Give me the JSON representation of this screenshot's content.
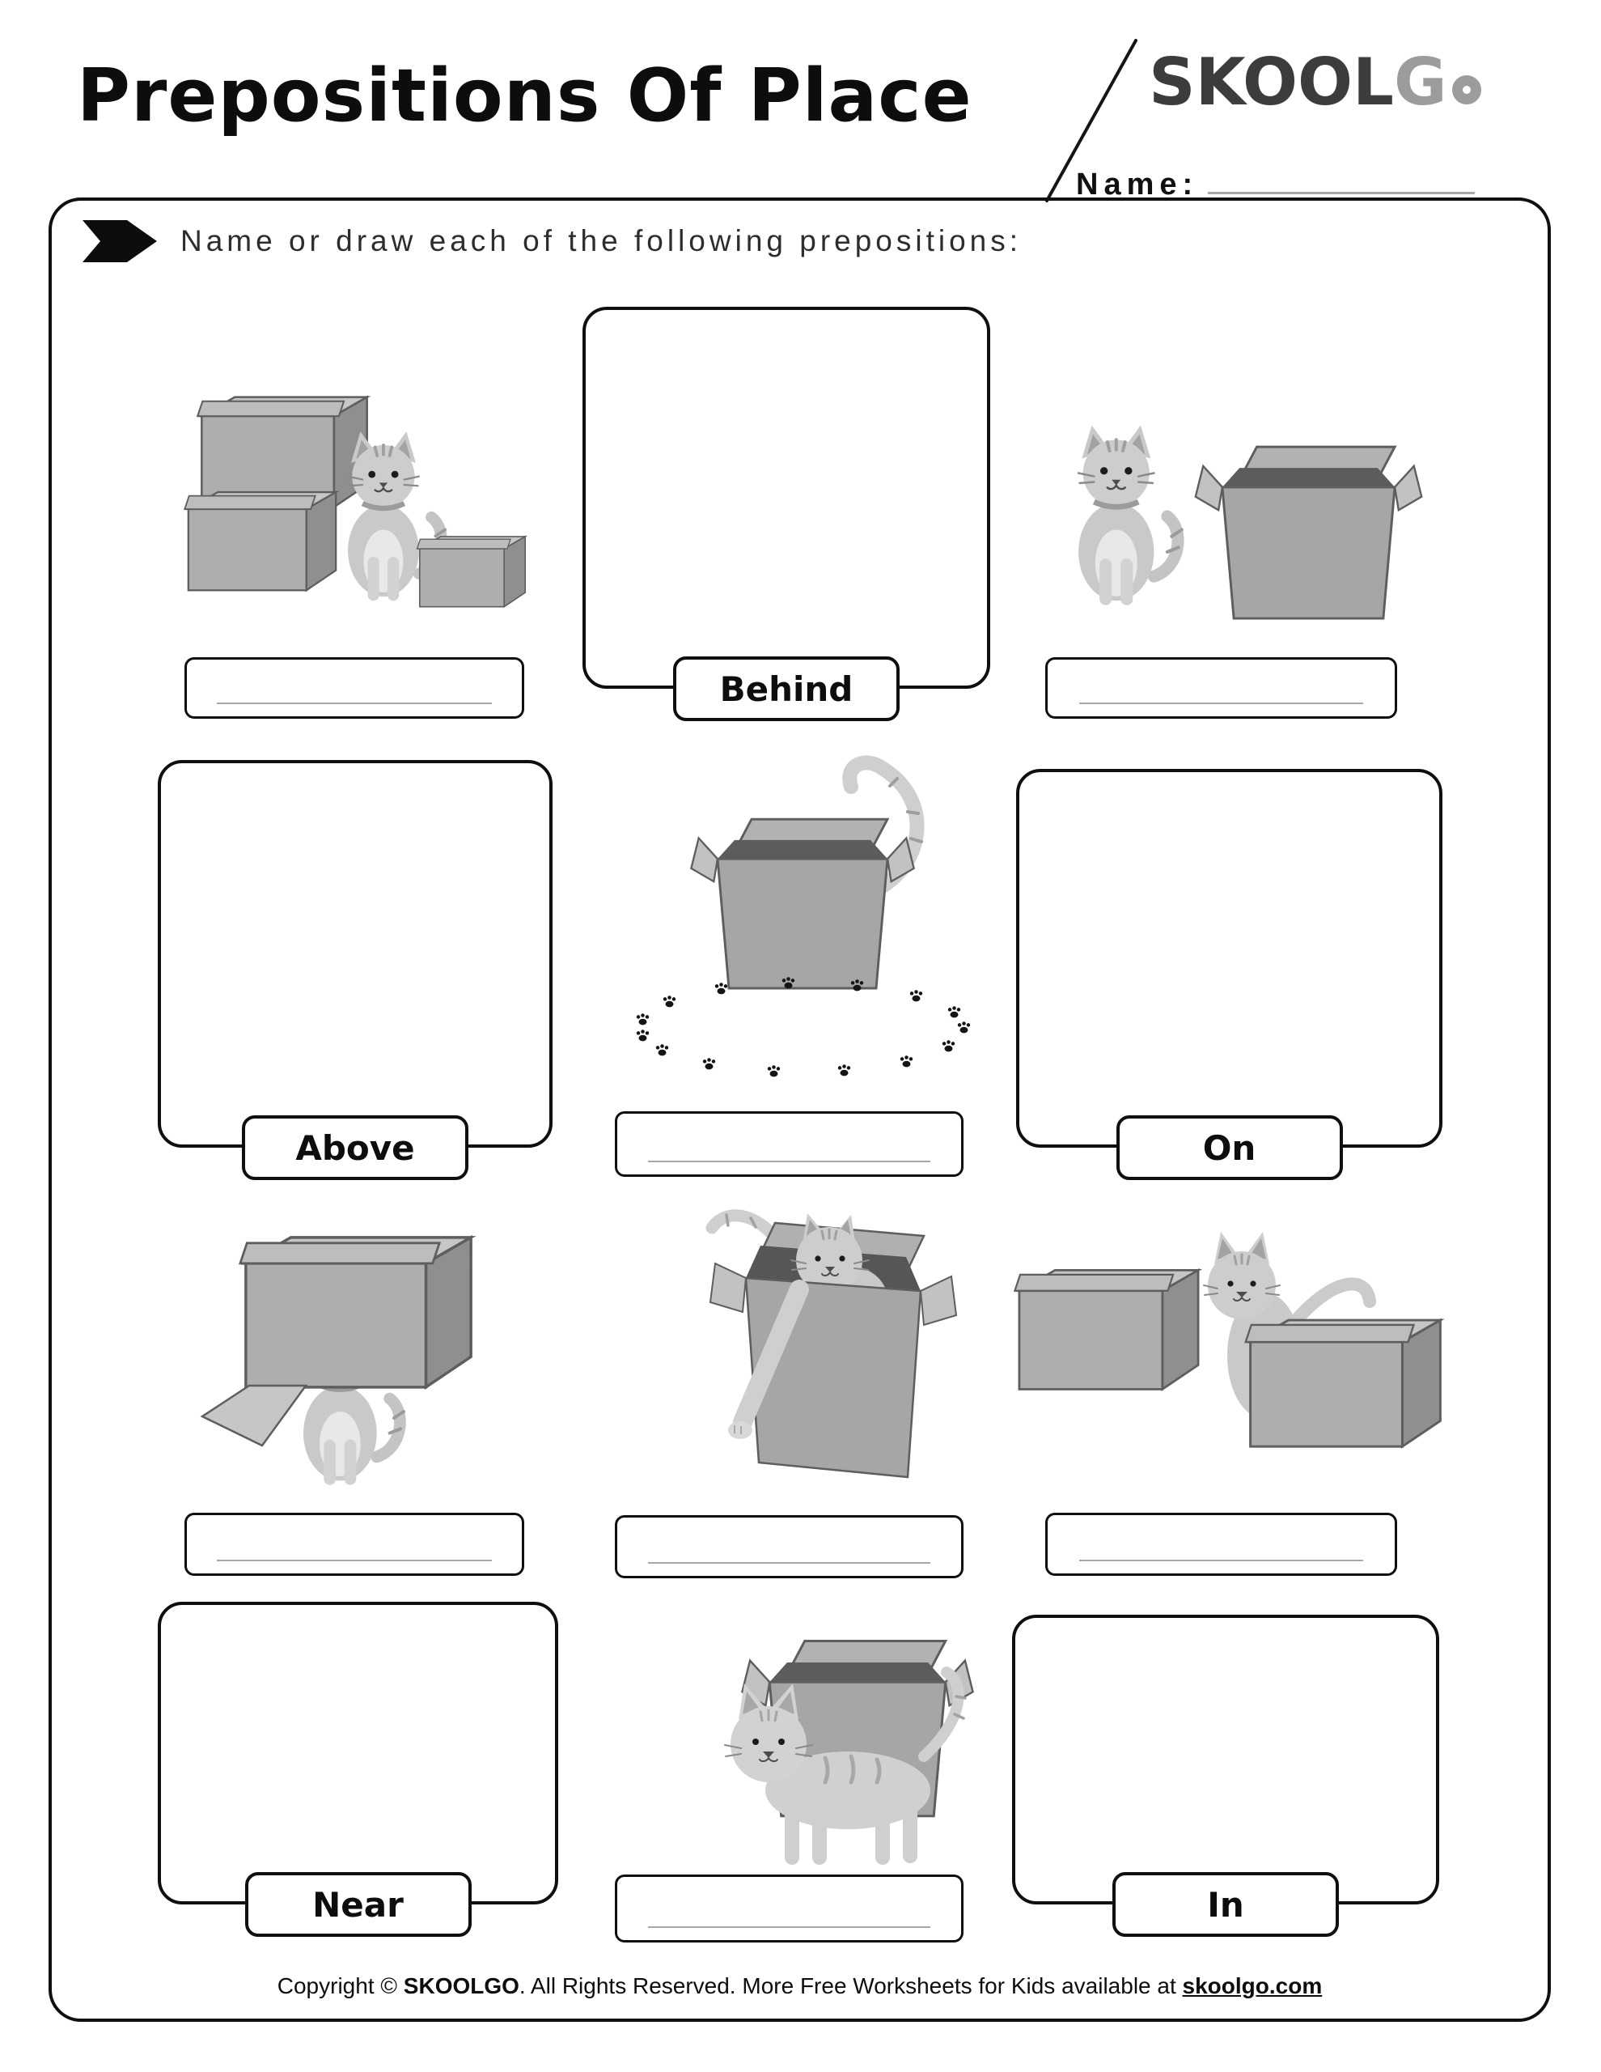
{
  "header": {
    "title": "Prepositions Of Place",
    "logo": {
      "skool": "SKOOL",
      "g": "G"
    },
    "name_label": "Name:"
  },
  "instruction": "Name or draw each of the following prepositions:",
  "labels": {
    "behind": "Behind",
    "above": "Above",
    "on": "On",
    "near": "Near",
    "in": "In"
  },
  "answers": {
    "blank_value": ""
  },
  "colors": {
    "ink": "#0f0f0f",
    "logo_gray": "#9c9c9c",
    "write_line_gray": "#a8a8a8"
  },
  "footer": {
    "copyright_prefix": "Copyright © ",
    "brand": "SKOOLGO",
    "middle": ". All Rights Reserved. More Free Worksheets for Kids available at ",
    "link": "skoolgo.com"
  }
}
